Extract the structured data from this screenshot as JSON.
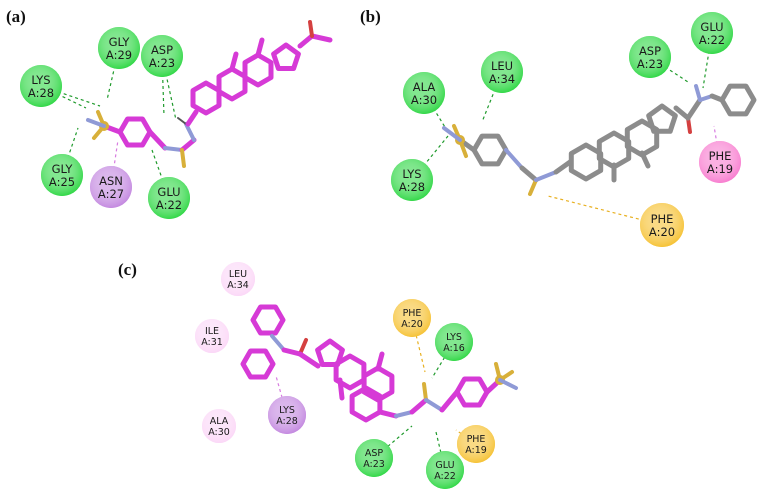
{
  "colors": {
    "conventional_hbond": "#35d84a",
    "hbond_stroke": "#1f9a2c",
    "pi_donor": "#c48ae0",
    "pi_alkyl": "#f5b4f3",
    "pi_pi_t": "#f87fd0",
    "pi_sigma": "#f6c338",
    "faint": "#fbd8f7",
    "ligand_magenta": "#d63ad6",
    "ligand_grey": "#8c8c8c",
    "sulfur": "#d8b03a",
    "nitrogen": "#8f9ad6",
    "oxygen": "#d44040"
  },
  "panels": [
    {
      "label": "(a)",
      "ligand_color": "magenta",
      "residues": [
        {
          "name": "GLY",
          "id": "A:29",
          "color": "conventional_hbond"
        },
        {
          "name": "ASP",
          "id": "A:23",
          "color": "conventional_hbond"
        },
        {
          "name": "LYS",
          "id": "A:28",
          "color": "conventional_hbond"
        },
        {
          "name": "GLY",
          "id": "A:25",
          "color": "conventional_hbond"
        },
        {
          "name": "ASN",
          "id": "A:27",
          "color": "pi_donor"
        },
        {
          "name": "GLU",
          "id": "A:22",
          "color": "conventional_hbond"
        }
      ]
    },
    {
      "label": "(b)",
      "ligand_color": "grey",
      "residues": [
        {
          "name": "LEU",
          "id": "A:34",
          "color": "conventional_hbond"
        },
        {
          "name": "ALA",
          "id": "A:30",
          "color": "conventional_hbond"
        },
        {
          "name": "ASP",
          "id": "A:23",
          "color": "conventional_hbond"
        },
        {
          "name": "GLU",
          "id": "A:22",
          "color": "conventional_hbond"
        },
        {
          "name": "LYS",
          "id": "A:28",
          "color": "conventional_hbond"
        },
        {
          "name": "PHE",
          "id": "A:19",
          "color": "pi_pi_t"
        },
        {
          "name": "PHE",
          "id": "A:20",
          "color": "pi_sigma"
        }
      ]
    },
    {
      "label": "(c)",
      "ligand_color": "magenta",
      "residues": [
        {
          "name": "LEU",
          "id": "A:34",
          "color": "faint"
        },
        {
          "name": "ILE",
          "id": "A:31",
          "color": "faint"
        },
        {
          "name": "ALA",
          "id": "A:30",
          "color": "faint"
        },
        {
          "name": "LYS",
          "id": "A:28",
          "color": "pi_donor"
        },
        {
          "name": "PHE",
          "id": "A:20",
          "color": "pi_sigma"
        },
        {
          "name": "LYS",
          "id": "A:16",
          "color": "conventional_hbond"
        },
        {
          "name": "ASP",
          "id": "A:23",
          "color": "conventional_hbond"
        },
        {
          "name": "GLU",
          "id": "A:22",
          "color": "conventional_hbond"
        },
        {
          "name": "PHE",
          "id": "A:19",
          "color": "pi_sigma"
        }
      ]
    }
  ]
}
